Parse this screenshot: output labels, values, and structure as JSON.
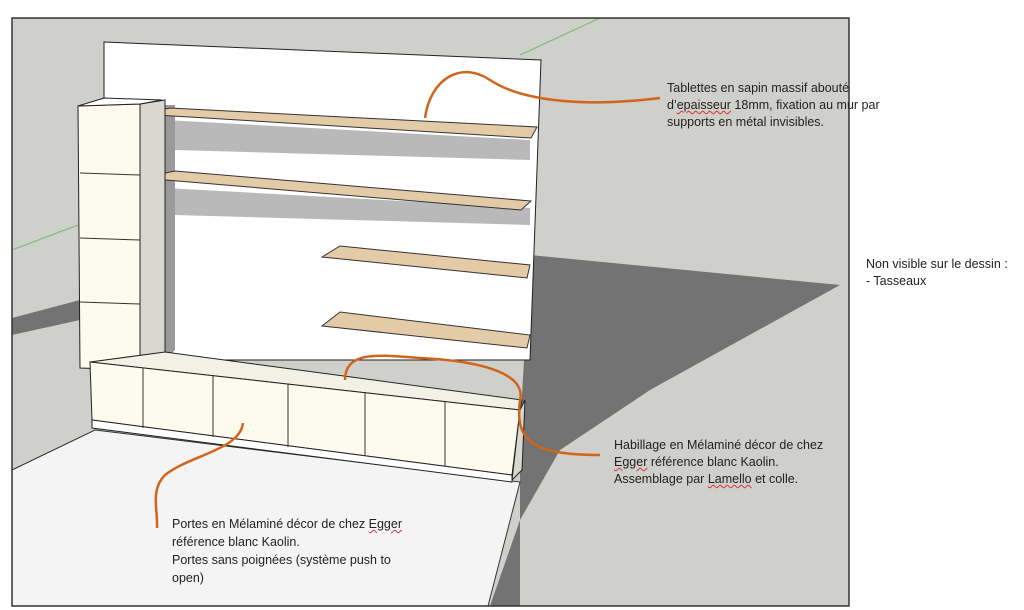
{
  "annotations": {
    "shelves": {
      "line1": "Tablettes en sapin massif abouté",
      "line2_prefix": "d’",
      "line2_flag": "epaisseur",
      "line2_rest": " 18mm, fixation au mur par",
      "line3": "supports en métal invisibles."
    },
    "habillage": {
      "line1": "Habillage en Mélaminé décor de chez",
      "line2_flag": "Egger",
      "line2_rest": " référence blanc Kaolin.",
      "line3_prefix": "Assemblage par ",
      "line3_flag": "Lamello",
      "line3_rest": " et colle."
    },
    "portes": {
      "line1_prefix": "Portes en Mélaminé décor de chez ",
      "line1_flag": "Egger",
      "line2": "référence blanc Kaolin.",
      "line3": "Portes sans  poignées (système push to",
      "line4": "open)"
    },
    "non_visible": {
      "line1": "Non visible sur le dessin :",
      "line2": "- Tasseaux"
    }
  },
  "colors": {
    "leader": "#d0651c",
    "wood": "#e3cba8",
    "melamine": "#fdfbee",
    "background": "#cfcfcb",
    "shadow": "#737373"
  }
}
